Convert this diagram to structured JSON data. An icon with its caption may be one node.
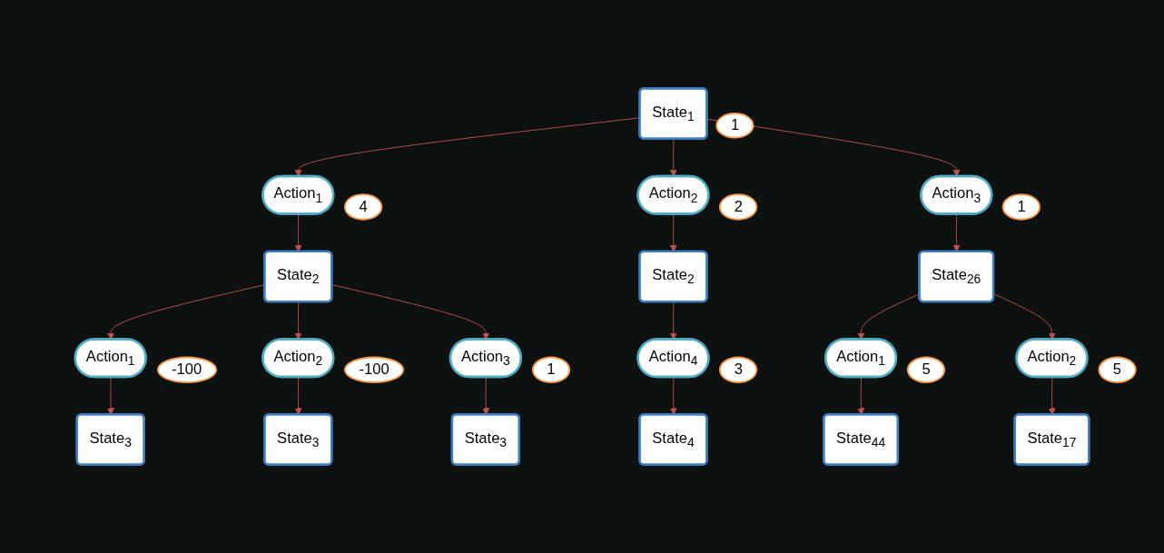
{
  "diagram": {
    "nodes": [
      {
        "text": [
          "State$_{1}$"
        ],
        "beside": [
          "1"
        ]
      },
      {
        "text": [
          "Action$_{1}$"
        ],
        "beside": [
          "4"
        ]
      },
      {
        "text": [
          "Action$_{2}$"
        ],
        "beside": [
          "2"
        ]
      },
      {
        "text": [
          "Action$_{3}$"
        ],
        "beside": [
          "1"
        ]
      },
      {
        "text": [
          "State$_{2}$"
        ]
      },
      {
        "text": [
          "State$_{2}$"
        ]
      },
      {
        "text": [
          "State$_{26}$"
        ]
      },
      {
        "text": [
          "Action$_{1}$"
        ],
        "beside": [
          "-100"
        ]
      },
      {
        "text": [
          "Action$_{2}$"
        ],
        "beside": [
          "-100"
        ]
      },
      {
        "text": [
          "Action$_{3}$"
        ],
        "beside": [
          "1"
        ]
      },
      {
        "text": [
          "Action$_{4}$"
        ],
        "beside": [
          "3"
        ]
      },
      {
        "text": [
          "Action$_{1}$"
        ],
        "beside": [
          "5"
        ]
      },
      {
        "text": [
          "Action$_{2}$"
        ],
        "beside": [
          "5"
        ]
      },
      {
        "text": [
          "State$_{3}$"
        ]
      },
      {
        "text": [
          "State$_{3}$"
        ]
      },
      {
        "text": [
          "State$_{3}$"
        ]
      },
      {
        "text": [
          "State$_{4}$"
        ]
      },
      {
        "text": [
          "State$_{44}$"
        ]
      },
      {
        "text": [
          "State$_{17}$"
        ]
      }
    ],
    "edges": [
      {
        "from": 0,
        "to": 1,
        "arrow": "to"
      },
      {
        "from": 0,
        "to": 2,
        "arrow": "to"
      },
      {
        "from": 0,
        "to": 3,
        "arrow": "to"
      },
      {
        "from": 1,
        "to": 4,
        "arrow": "to"
      },
      {
        "from": 2,
        "to": 5,
        "arrow": "to"
      },
      {
        "from": 3,
        "to": 6,
        "arrow": "to"
      },
      {
        "from": 4,
        "to": 7,
        "arrow": "to"
      },
      {
        "from": 4,
        "to": 8,
        "arrow": "to"
      },
      {
        "from": 4,
        "to": 9,
        "arrow": "to"
      },
      {
        "from": 5,
        "to": 10,
        "arrow": "to"
      },
      {
        "from": 6,
        "to": 11,
        "arrow": "to"
      },
      {
        "from": 6,
        "to": 12,
        "arrow": "to"
      },
      {
        "from": 7,
        "to": 13,
        "arrow": "to"
      },
      {
        "from": 8,
        "to": 14,
        "arrow": "to"
      },
      {
        "from": 9,
        "to": 15,
        "arrow": "to"
      },
      {
        "from": 10,
        "to": 16,
        "arrow": "to"
      },
      {
        "from": 11,
        "to": 17,
        "arrow": "to"
      },
      {
        "from": 12,
        "to": 18,
        "arrow": "to"
      }
    ]
  }
}
